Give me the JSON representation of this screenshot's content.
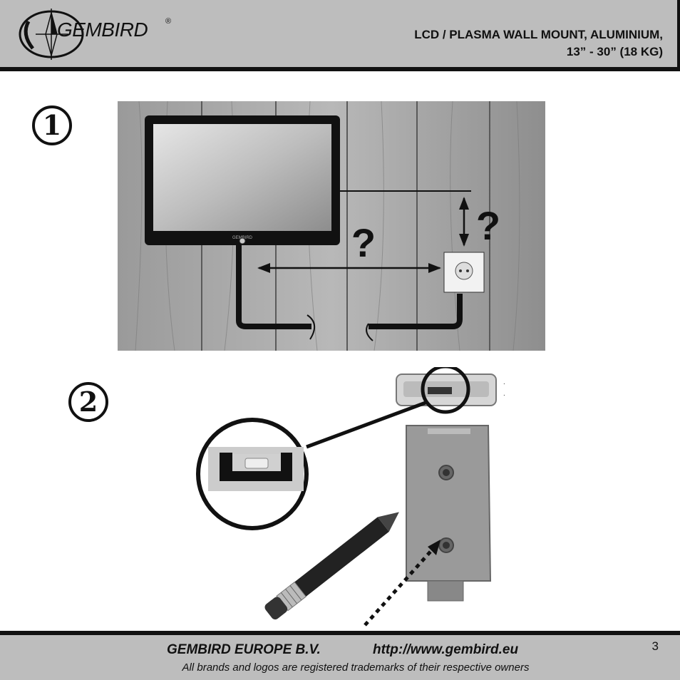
{
  "header": {
    "brand": "GEMBIRD",
    "registered_mark": "®",
    "product_title_line1": "LCD / PLASMA WALL MOUNT, ALUMINIUM,",
    "product_title_line2": "13” - 30” (18 KG)"
  },
  "steps": [
    {
      "number": "1",
      "question_marks": [
        "?",
        "?"
      ],
      "tv_brand": "GEMBIRD"
    },
    {
      "number": "2"
    }
  ],
  "footer": {
    "company": "GEMBIRD EUROPE B.V.",
    "url": "http://www.gembird.eu",
    "trademark_note": "All brands and logos are registered trademarks of their respective owners",
    "page_number": "3"
  }
}
